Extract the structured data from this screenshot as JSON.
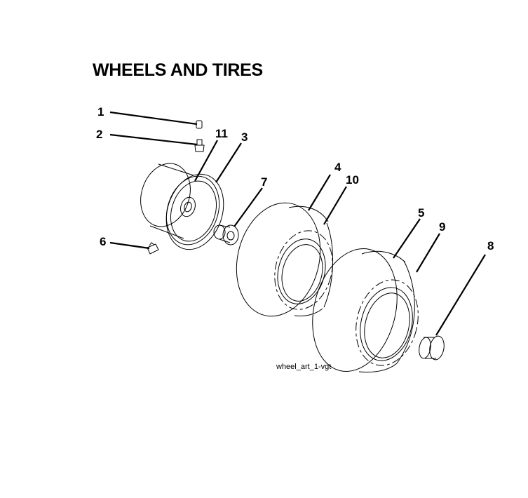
{
  "title": "WHEELS AND TIRES",
  "caption": "wheel_art_1-vgt",
  "callouts": [
    "1",
    "2",
    "11",
    "3",
    "7",
    "4",
    "10",
    "5",
    "9",
    "8",
    "6"
  ]
}
